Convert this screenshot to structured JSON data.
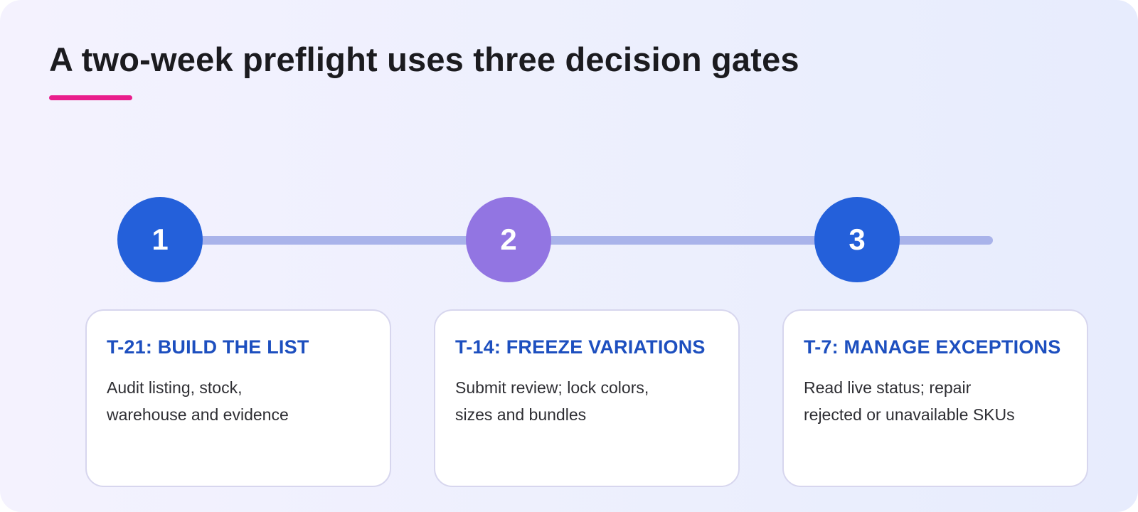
{
  "title": "A two-week preflight uses three decision gates",
  "colors": {
    "accent": "#e91e8c",
    "node_blue": "#2460da",
    "node_purple": "#9275e2",
    "track": "#a9b3ea",
    "card_title": "#1d4fbf"
  },
  "steps": [
    {
      "number": "1",
      "color": "#2460da",
      "title": "T-21: BUILD THE LIST",
      "body": "Audit listing, stock, warehouse and evidence"
    },
    {
      "number": "2",
      "color": "#9275e2",
      "title": "T-14: FREEZE VARIATIONS",
      "body": "Submit review; lock colors, sizes and bundles"
    },
    {
      "number": "3",
      "color": "#2460da",
      "title": "T-7: MANAGE EXCEPTIONS",
      "body": "Read live status; repair rejected or unavailable SKUs"
    }
  ]
}
